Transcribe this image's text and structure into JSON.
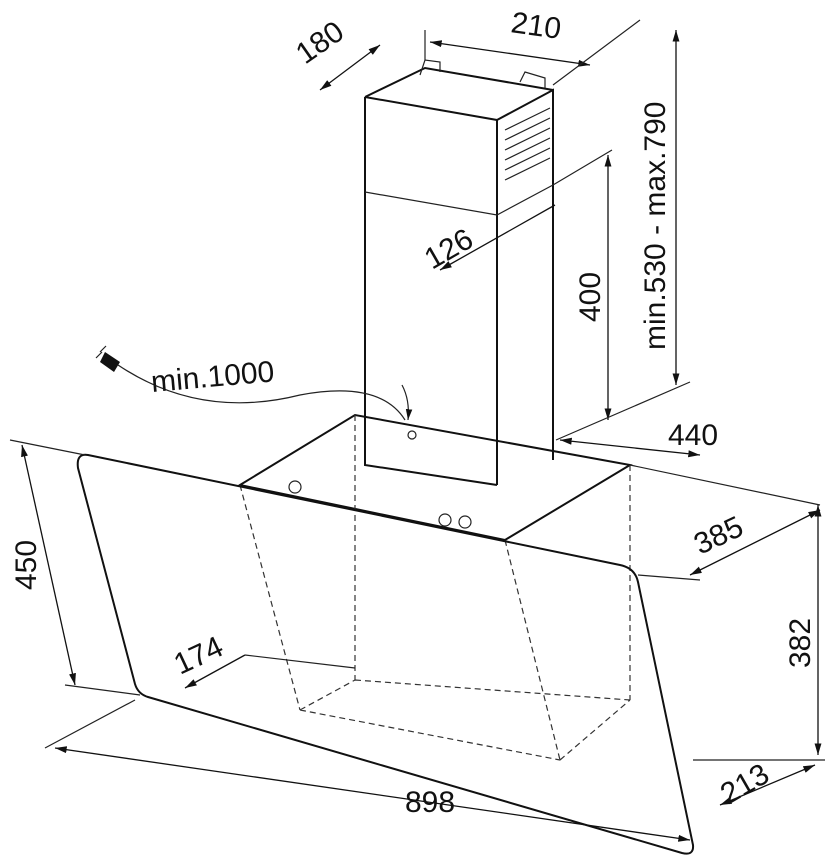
{
  "dimensions": {
    "chimney_width": "210",
    "chimney_depth": "180",
    "chimney_height_range": "min.530 - max.790",
    "vent_offset": "126",
    "upper_chimney_height": "400",
    "cable_length": "min.1000",
    "mount_depth": "440",
    "body_depth": "385",
    "glass_height": "450",
    "body_height": "382",
    "inner_offset": "174",
    "total_width": "898",
    "bottom_depth": "213"
  }
}
